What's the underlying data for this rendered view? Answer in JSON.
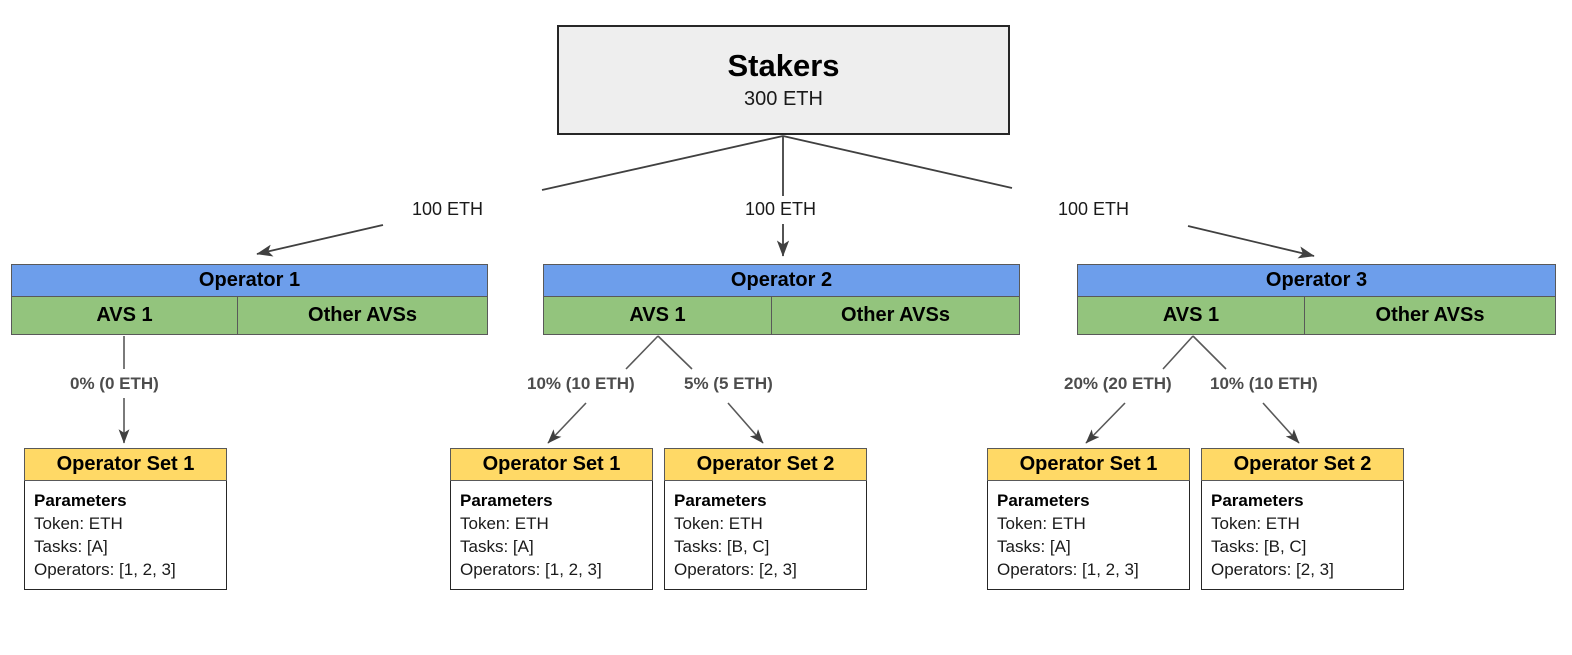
{
  "diagram": {
    "title": "EigenLayer Stakers / Operators / Operator Sets allocation diagram",
    "colors": {
      "stakers_fill": "#eeeeee",
      "operator_header_fill": "#6d9eeb",
      "avs_fill": "#93c47d",
      "operator_set_header_fill": "#ffd966",
      "border": "#595959",
      "strong_border": "#262626",
      "edge_stroke": "#404040",
      "pct_label_color": "#4d4d4d"
    }
  },
  "stakers": {
    "title": "Stakers",
    "amount": "300 ETH"
  },
  "delegation_labels": [
    {
      "id": "to-operator-1",
      "text": "100 ETH"
    },
    {
      "id": "to-operator-2",
      "text": "100 ETH"
    },
    {
      "id": "to-operator-3",
      "text": "100 ETH"
    }
  ],
  "operators": [
    {
      "id": "operator-1",
      "name": "Operator 1",
      "avs_label": "AVS 1",
      "other_label": "Other AVSs",
      "allocations": [
        {
          "id": "op1-set1",
          "text": "0% (0 ETH)",
          "percent": 0,
          "eth": 0
        }
      ]
    },
    {
      "id": "operator-2",
      "name": "Operator 2",
      "avs_label": "AVS 1",
      "other_label": "Other AVSs",
      "allocations": [
        {
          "id": "op2-set1",
          "text": "10% (10 ETH)",
          "percent": 10,
          "eth": 10
        },
        {
          "id": "op2-set2",
          "text": "5% (5 ETH)",
          "percent": 5,
          "eth": 5
        }
      ]
    },
    {
      "id": "operator-3",
      "name": "Operator 3",
      "avs_label": "AVS 1",
      "other_label": "Other AVSs",
      "allocations": [
        {
          "id": "op3-set1",
          "text": "20% (20 ETH)",
          "percent": 20,
          "eth": 20
        },
        {
          "id": "op3-set2",
          "text": "10% (10 ETH)",
          "percent": 10,
          "eth": 10
        }
      ]
    }
  ],
  "operator_sets": [
    {
      "id": "op1-operator-set-1",
      "title": "Operator Set 1",
      "params_heading": "Parameters",
      "token": "Token: ETH",
      "tasks": "Tasks: [A]",
      "operators": "Operators: [1, 2, 3]"
    },
    {
      "id": "op2-operator-set-1",
      "title": "Operator Set 1",
      "params_heading": "Parameters",
      "token": "Token: ETH",
      "tasks": "Tasks: [A]",
      "operators": "Operators: [1, 2, 3]"
    },
    {
      "id": "op2-operator-set-2",
      "title": "Operator Set 2",
      "params_heading": "Parameters",
      "token": "Token: ETH",
      "tasks": "Tasks: [B, C]",
      "operators": "Operators: [2, 3]"
    },
    {
      "id": "op3-operator-set-1",
      "title": "Operator Set 1",
      "params_heading": "Parameters",
      "token": "Token: ETH",
      "tasks": "Tasks: [A]",
      "operators": "Operators: [1, 2, 3]"
    },
    {
      "id": "op3-operator-set-2",
      "title": "Operator Set 2",
      "params_heading": "Parameters",
      "token": "Token: ETH",
      "tasks": "Tasks: [B, C]",
      "operators": "Operators: [2, 3]"
    }
  ]
}
